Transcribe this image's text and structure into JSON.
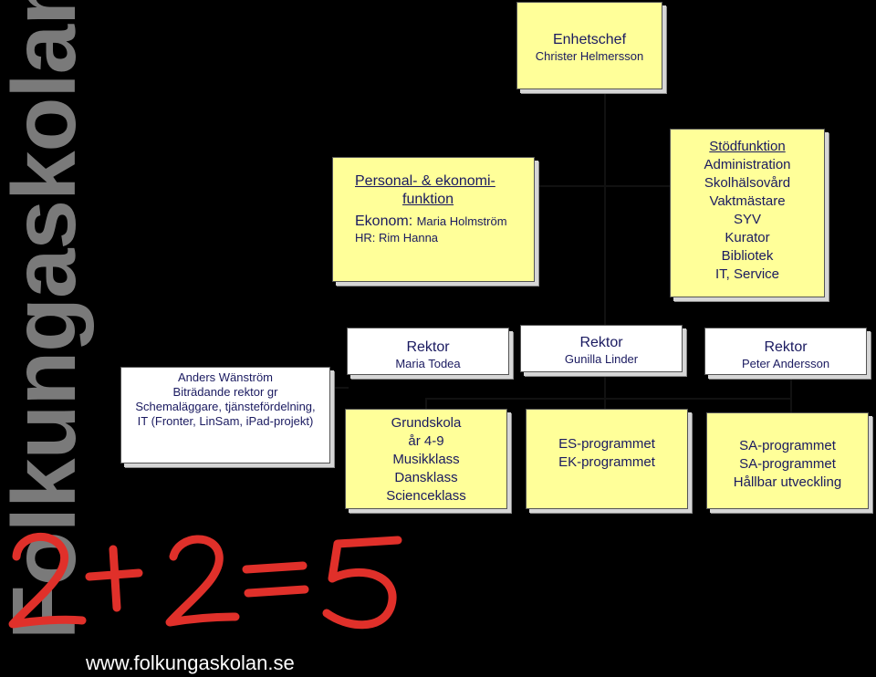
{
  "brand": {
    "vertical_text": "Folkungaskolan",
    "url": "www.folkungaskolan.se"
  },
  "equation": "2+2=5",
  "enhetschef": {
    "title": "Enhetschef",
    "name": "Christer Helmersson"
  },
  "personal": {
    "line1": "Personal- & ekonomi-",
    "line2": "funktion",
    "ekonom_label": "Ekonom:",
    "ekonom_name": "Maria Holmström",
    "hr": "HR: Rim Hanna"
  },
  "stodfunktion": {
    "items": [
      "Stödfunktion",
      "Administration",
      "Skolhälsovård",
      "Vaktmästare",
      "SYV",
      "Kurator",
      "Bibliotek",
      "IT, Service"
    ]
  },
  "anders": {
    "lines": [
      "Anders Wänström",
      "Biträdande rektor gr",
      "Schemaläggare, tjänstefördelning,",
      "IT (Fronter, LinSam, iPad-projekt)"
    ]
  },
  "rektors": [
    {
      "title": "Rektor",
      "name": "Maria Todea"
    },
    {
      "title": "Rektor",
      "name": "Gunilla Linder"
    },
    {
      "title": "Rektor",
      "name": "Peter Andersson"
    }
  ],
  "units": {
    "grundskola": [
      "Grundskola",
      "år 4-9",
      "Musikklass",
      "Dansklass",
      "Scienceklass"
    ],
    "es_ek": [
      "ES-programmet",
      "EK-programmet"
    ],
    "sa": [
      "SA-programmet",
      "SA-programmet",
      "Hållbar utveckling"
    ]
  },
  "colors": {
    "box_fill": "#ffff99",
    "text": "#1a1a60",
    "brand_gray": "#7a7a7a",
    "marker_red": "#e0302a"
  }
}
